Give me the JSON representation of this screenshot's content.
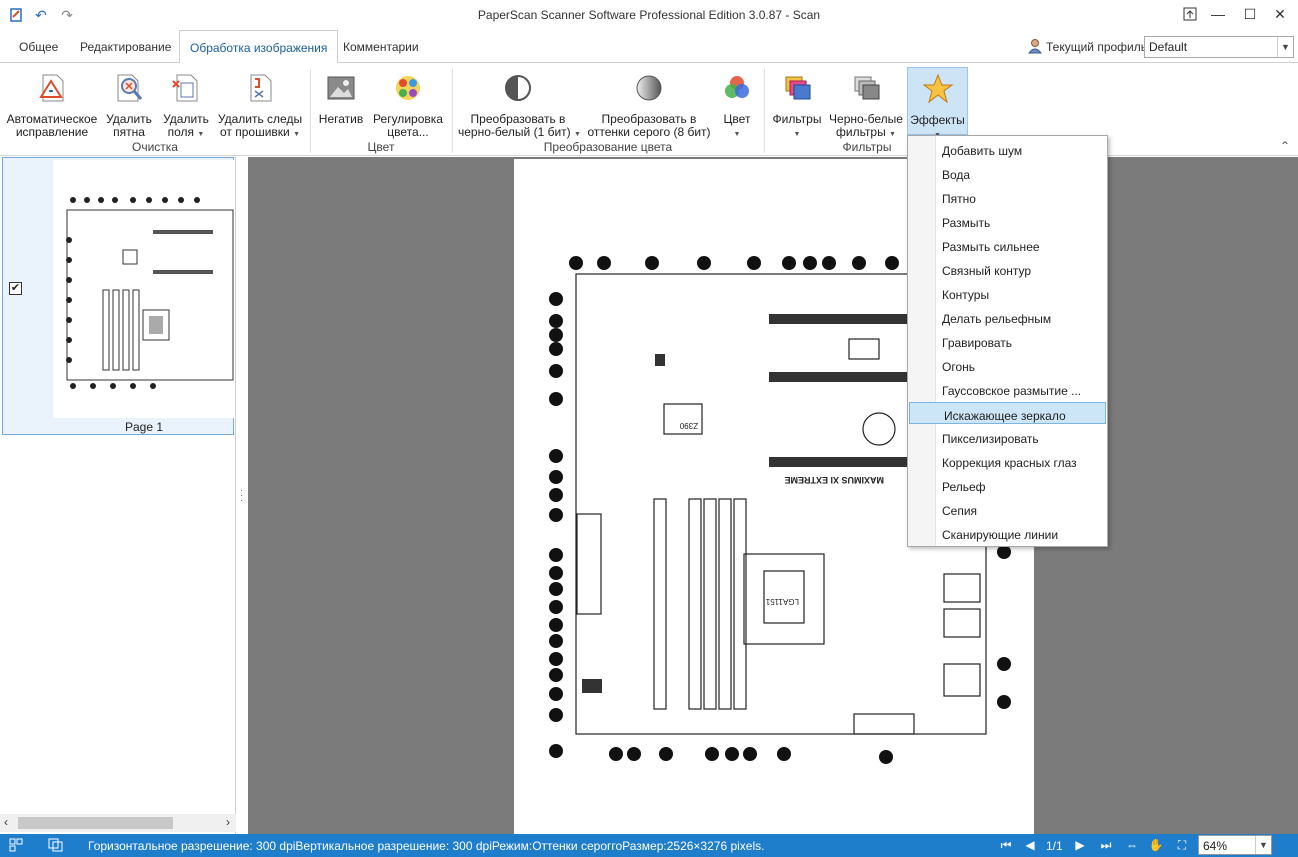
{
  "window": {
    "title": "PaperScan Scanner Software Professional Edition 3.0.87 - Scan"
  },
  "tabs": [
    {
      "label": "Общее"
    },
    {
      "label": "Редактирование"
    },
    {
      "label": "Обработка изображения"
    },
    {
      "label": "Комментарии"
    }
  ],
  "profile": {
    "label": "Текущий профиль:",
    "value": "Default"
  },
  "ribbon": {
    "groups": {
      "cleanup": "Очистка",
      "color": "Цвет",
      "color_conversion": "Преобразование цвета",
      "filters": "Фильтры"
    },
    "buttons": {
      "auto_fix": [
        "Автоматическое",
        "исправление"
      ],
      "remove_spots": [
        "Удалить",
        "пятна"
      ],
      "remove_margins": [
        "Удалить",
        "поля"
      ],
      "remove_staple": [
        "Удалить следы",
        "от прошивки"
      ],
      "negative": [
        "Негатив"
      ],
      "color_adjust": [
        "Регулировка",
        "цвета..."
      ],
      "to_bw": [
        "Преобразовать в",
        "черно-белый (1 бит)"
      ],
      "to_gray": [
        "Преобразовать в",
        "оттенки серого (8 бит)"
      ],
      "color": [
        "Цвет"
      ],
      "filters": [
        "Фильтры"
      ],
      "bw_filters": [
        "Черно-белые",
        "фильтры"
      ],
      "effects": [
        "Эффекты"
      ]
    }
  },
  "thumbnails": [
    {
      "label": "Page 1",
      "checked": true
    }
  ],
  "effects_menu": {
    "items": [
      "Добавить шум",
      "Вода",
      "Пятно",
      "Размыть",
      "Размыть сильнее",
      "Связный контур",
      "Контуры",
      "Делать рельефным",
      "Гравировать",
      "Огонь",
      "Гауссовское размытие ...",
      "Искажающее зеркало",
      "Пикселизировать",
      "Коррекция красных глаз",
      "Рельеф",
      "Сепия",
      "Сканирующие линии"
    ],
    "highlighted": "Искажающее зеркало"
  },
  "status": {
    "text": "Горизонтальное разрешение: 300 dpiВертикальное разрешение: 300 dpiРежим:Оттенки сероггоРазмер:2526×3276 pixels.",
    "page": "1/1",
    "zoom": "64%"
  },
  "document": {
    "board_text": "MAXIMUS XI EXTREME",
    "chip": "Z390",
    "socket": "LGA1151"
  }
}
